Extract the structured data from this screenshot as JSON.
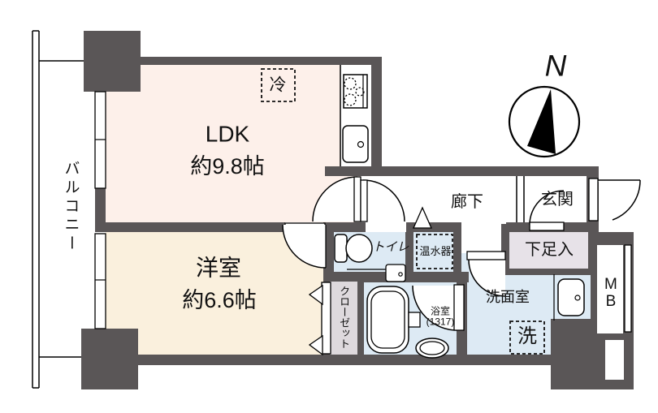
{
  "colors": {
    "wall": "#5a5657",
    "ldk": "#fdf0ea",
    "western_room": "#faf0dd",
    "wet_area": "#ddeaf4",
    "closet": "#ded9dd",
    "shoe_storage": "#e7e2e8"
  },
  "rooms": {
    "ldk": {
      "name": "LDK",
      "size": "約9.8帖"
    },
    "western_room": {
      "name": "洋室",
      "size": "約6.6帖"
    },
    "balcony": {
      "name": "バルコニー"
    },
    "hallway": {
      "name": "廊下"
    },
    "entrance": {
      "name": "玄関"
    },
    "shoe_storage": {
      "name": "下足入"
    },
    "washroom": {
      "name": "洗面室"
    },
    "toilet": {
      "name": "トイレ"
    },
    "water_heater": {
      "name": "温水器"
    },
    "bathroom": {
      "name": "浴室",
      "size": "(1317)"
    },
    "closet": {
      "name": "クローゼット"
    },
    "meter_box": {
      "name": "MB"
    }
  },
  "symbols": {
    "refrigerator": "冷",
    "washing_machine": "洗",
    "compass_north": "N"
  }
}
